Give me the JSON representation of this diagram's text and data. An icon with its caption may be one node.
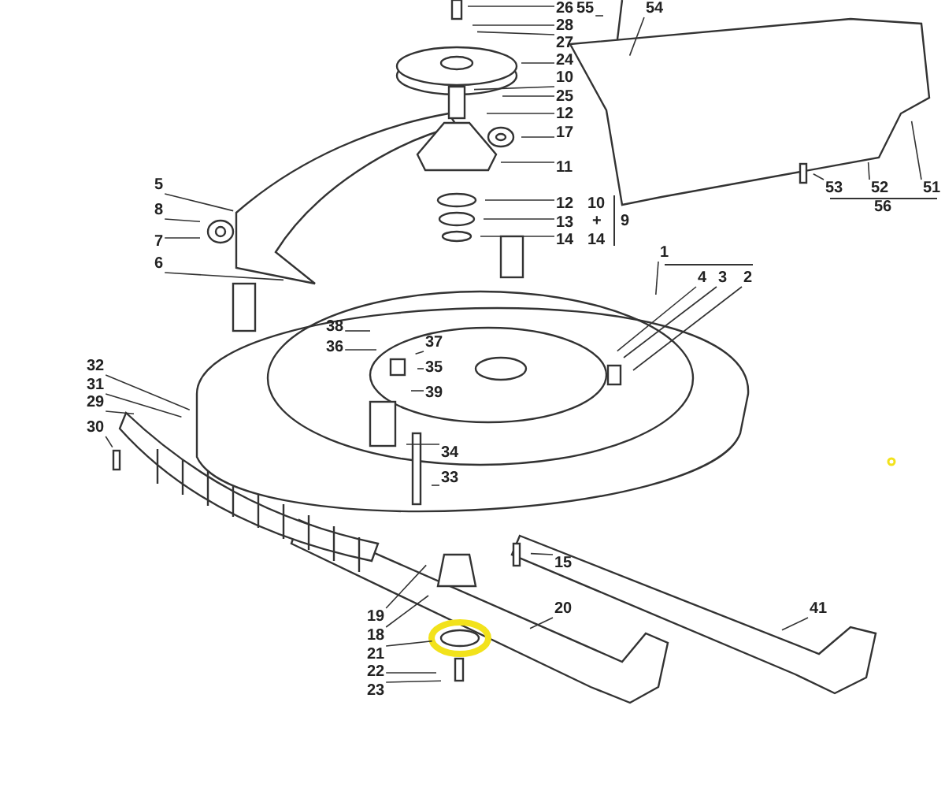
{
  "diagram": {
    "nodes": [
      {
        "text": [
          "26"
        ]
      },
      {
        "text": [
          "28"
        ]
      },
      {
        "text": [
          "27"
        ]
      },
      {
        "text": [
          "24"
        ]
      },
      {
        "text": [
          "10"
        ]
      },
      {
        "text": [
          "25"
        ]
      },
      {
        "text": [
          "12"
        ]
      },
      {
        "text": [
          "17"
        ]
      },
      {
        "text": [
          "11"
        ]
      },
      {
        "text": [
          "5"
        ]
      },
      {
        "text": [
          "12"
        ]
      },
      {
        "text": [
          "13"
        ]
      },
      {
        "text": [
          "14"
        ]
      },
      {
        "text": [
          "8"
        ]
      },
      {
        "text": [
          "7"
        ]
      },
      {
        "text": [
          "6"
        ]
      },
      {
        "text": [
          "55"
        ]
      },
      {
        "text": [
          "54"
        ]
      },
      {
        "text": [
          "53"
        ]
      },
      {
        "text": [
          "52"
        ]
      },
      {
        "text": [
          "51"
        ]
      },
      {
        "text": [
          "1"
        ]
      },
      {
        "text": [
          "4"
        ]
      },
      {
        "text": [
          "3"
        ]
      },
      {
        "text": [
          "2"
        ]
      },
      {
        "text": [
          "38"
        ]
      },
      {
        "text": [
          "36"
        ]
      },
      {
        "text": [
          "37"
        ]
      },
      {
        "text": [
          "35"
        ]
      },
      {
        "text": [
          "39"
        ]
      },
      {
        "text": [
          "32"
        ]
      },
      {
        "text": [
          "31"
        ]
      },
      {
        "text": [
          "29"
        ]
      },
      {
        "text": [
          "30"
        ]
      },
      {
        "text": [
          "34"
        ]
      },
      {
        "text": [
          "33"
        ]
      },
      {
        "text": [
          "15"
        ]
      },
      {
        "text": [
          "19"
        ]
      },
      {
        "text": [
          "18"
        ]
      },
      {
        "text": [
          "20"
        ]
      },
      {
        "text": [
          "41"
        ]
      },
      {
        "text": [
          "21"
        ]
      },
      {
        "text": [
          "22"
        ]
      },
      {
        "text": [
          "23"
        ]
      },
      {
        "text": [],
        "shape": "circle"
      }
    ],
    "edges": [
      {
        "from": 0,
        "to": null,
        "arrow": "none"
      },
      {
        "from": 1,
        "to": null,
        "arrow": "none"
      },
      {
        "from": 2,
        "to": null,
        "arrow": "none"
      },
      {
        "from": 3,
        "to": null,
        "arrow": "none"
      },
      {
        "from": 4,
        "to": null,
        "arrow": "none"
      },
      {
        "from": 5,
        "to": null,
        "arrow": "none"
      },
      {
        "from": 6,
        "to": null,
        "arrow": "none"
      },
      {
        "from": 7,
        "to": null,
        "arrow": "none"
      },
      {
        "from": 8,
        "to": null,
        "arrow": "none"
      },
      {
        "from": 9,
        "to": null,
        "arrow": "none"
      },
      {
        "from": 10,
        "to": null,
        "arrow": "none"
      },
      {
        "from": 11,
        "to": null,
        "arrow": "none"
      },
      {
        "from": 12,
        "to": null,
        "arrow": "none"
      },
      {
        "from": 13,
        "to": null,
        "arrow": "none"
      },
      {
        "from": 14,
        "to": null,
        "arrow": "none"
      },
      {
        "from": 15,
        "to": null,
        "arrow": "none"
      },
      {
        "from": 16,
        "to": null,
        "arrow": "none"
      },
      {
        "from": 17,
        "to": null,
        "arrow": "none"
      },
      {
        "from": 18,
        "to": null,
        "arrow": "none"
      },
      {
        "from": 19,
        "to": null,
        "arrow": "none"
      },
      {
        "from": 20,
        "to": null,
        "arrow": "none"
      },
      {
        "from": 21,
        "to": null,
        "arrow": "none"
      },
      {
        "from": 22,
        "to": null,
        "arrow": "none"
      },
      {
        "from": 23,
        "to": null,
        "arrow": "none"
      },
      {
        "from": 24,
        "to": null,
        "arrow": "none"
      },
      {
        "from": 25,
        "to": null,
        "arrow": "none"
      },
      {
        "from": 26,
        "to": null,
        "arrow": "none"
      },
      {
        "from": 27,
        "to": null,
        "arrow": "none"
      },
      {
        "from": 28,
        "to": null,
        "arrow": "none"
      },
      {
        "from": 29,
        "to": null,
        "arrow": "none"
      },
      {
        "from": 30,
        "to": null,
        "arrow": "none"
      },
      {
        "from": 31,
        "to": null,
        "arrow": "none"
      },
      {
        "from": 32,
        "to": null,
        "arrow": "none"
      },
      {
        "from": 33,
        "to": null,
        "arrow": "none"
      },
      {
        "from": 34,
        "to": null,
        "arrow": "none"
      },
      {
        "from": 35,
        "to": null,
        "arrow": "none"
      },
      {
        "from": 36,
        "to": null,
        "arrow": "none"
      },
      {
        "from": 37,
        "to": null,
        "arrow": "none"
      },
      {
        "from": 38,
        "to": null,
        "arrow": "none"
      },
      {
        "from": 39,
        "to": null,
        "arrow": "none"
      },
      {
        "from": 40,
        "to": null,
        "arrow": "none"
      },
      {
        "from": 41,
        "to": 44,
        "arrow": "none"
      },
      {
        "from": 42,
        "to": null,
        "arrow": "none"
      },
      {
        "from": 43,
        "to": null,
        "arrow": "none"
      }
    ],
    "labels": [
      "56",
      "10",
      "+",
      "14",
      "9"
    ]
  }
}
